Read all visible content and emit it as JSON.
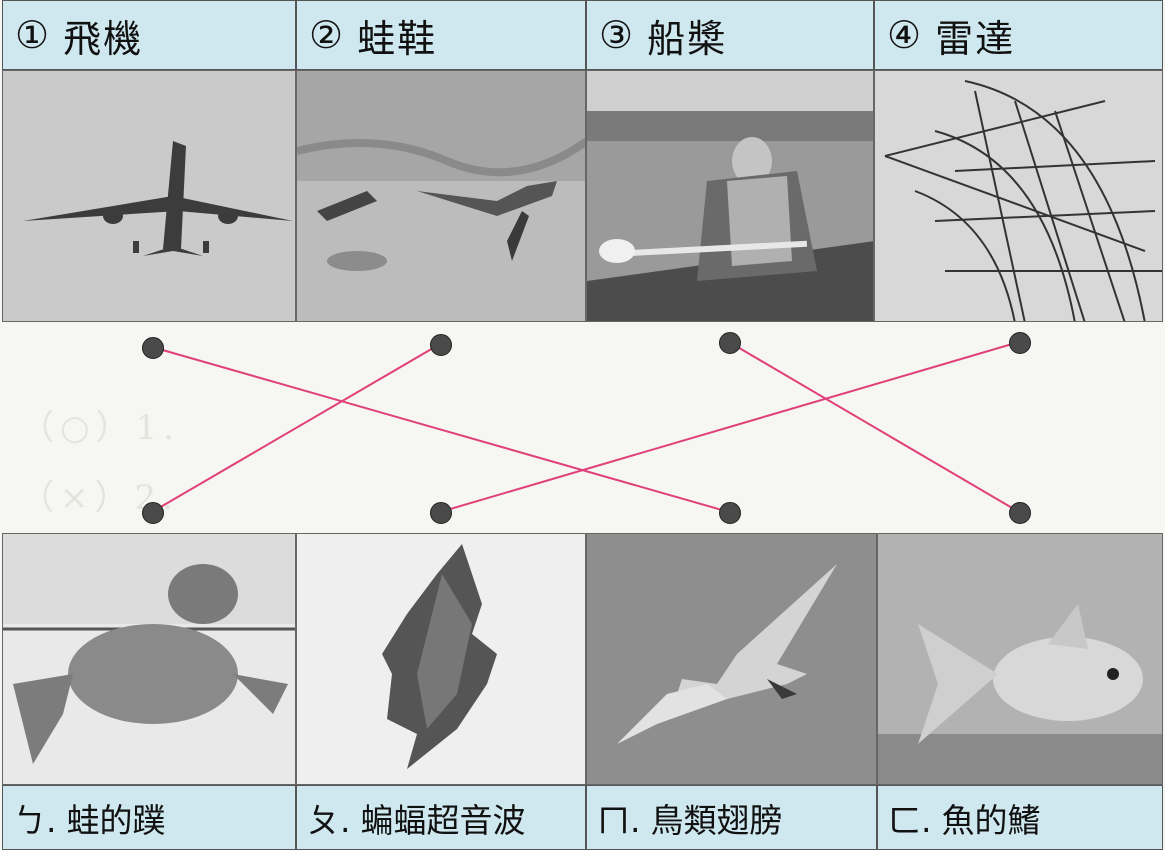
{
  "top_items": [
    {
      "num": "①",
      "label": "飛機"
    },
    {
      "num": "②",
      "label": "蛙鞋"
    },
    {
      "num": "③",
      "label": "船槳"
    },
    {
      "num": "④",
      "label": "雷達"
    }
  ],
  "bottom_items": [
    {
      "code": "ㄅ.",
      "label": "蛙的蹼"
    },
    {
      "code": "ㄆ.",
      "label": "蝙蝠超音波"
    },
    {
      "code": "ㄇ.",
      "label": "鳥類翅膀"
    },
    {
      "code": "ㄈ.",
      "label": "魚的鰭"
    }
  ],
  "matches": [
    {
      "top": "①",
      "bottom": "ㄇ."
    },
    {
      "top": "②",
      "bottom": "ㄅ."
    },
    {
      "top": "③",
      "bottom": "ㄈ."
    },
    {
      "top": "④",
      "bottom": "ㄆ."
    }
  ],
  "colors": {
    "line": "#e0407a",
    "header_bg": "#cfe8f0",
    "dot": "#4a4a4a"
  }
}
